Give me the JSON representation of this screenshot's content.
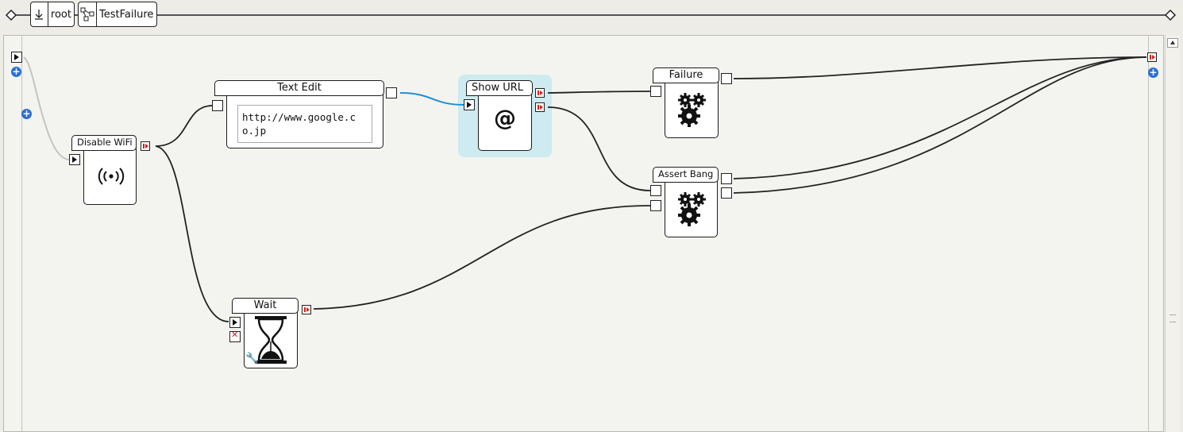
{
  "breadcrumb": {
    "root_label": "root",
    "current_label": "TestFailure"
  },
  "nodes": {
    "disable_wifi": {
      "title": "Disable WiFi"
    },
    "text_edit": {
      "title": "Text Edit",
      "value": "http://www.google.co.jp"
    },
    "show_url": {
      "title": "Show URL",
      "symbol": "@"
    },
    "failure": {
      "title": "Failure"
    },
    "assert_bang": {
      "title": "Assert Bang"
    },
    "wait": {
      "title": "Wait"
    }
  },
  "colors": {
    "selected_wire": "#1a8fd8",
    "selection_highlight": "#cdebf0",
    "bang": "#d42020",
    "add_button": "#2b6fd6"
  }
}
